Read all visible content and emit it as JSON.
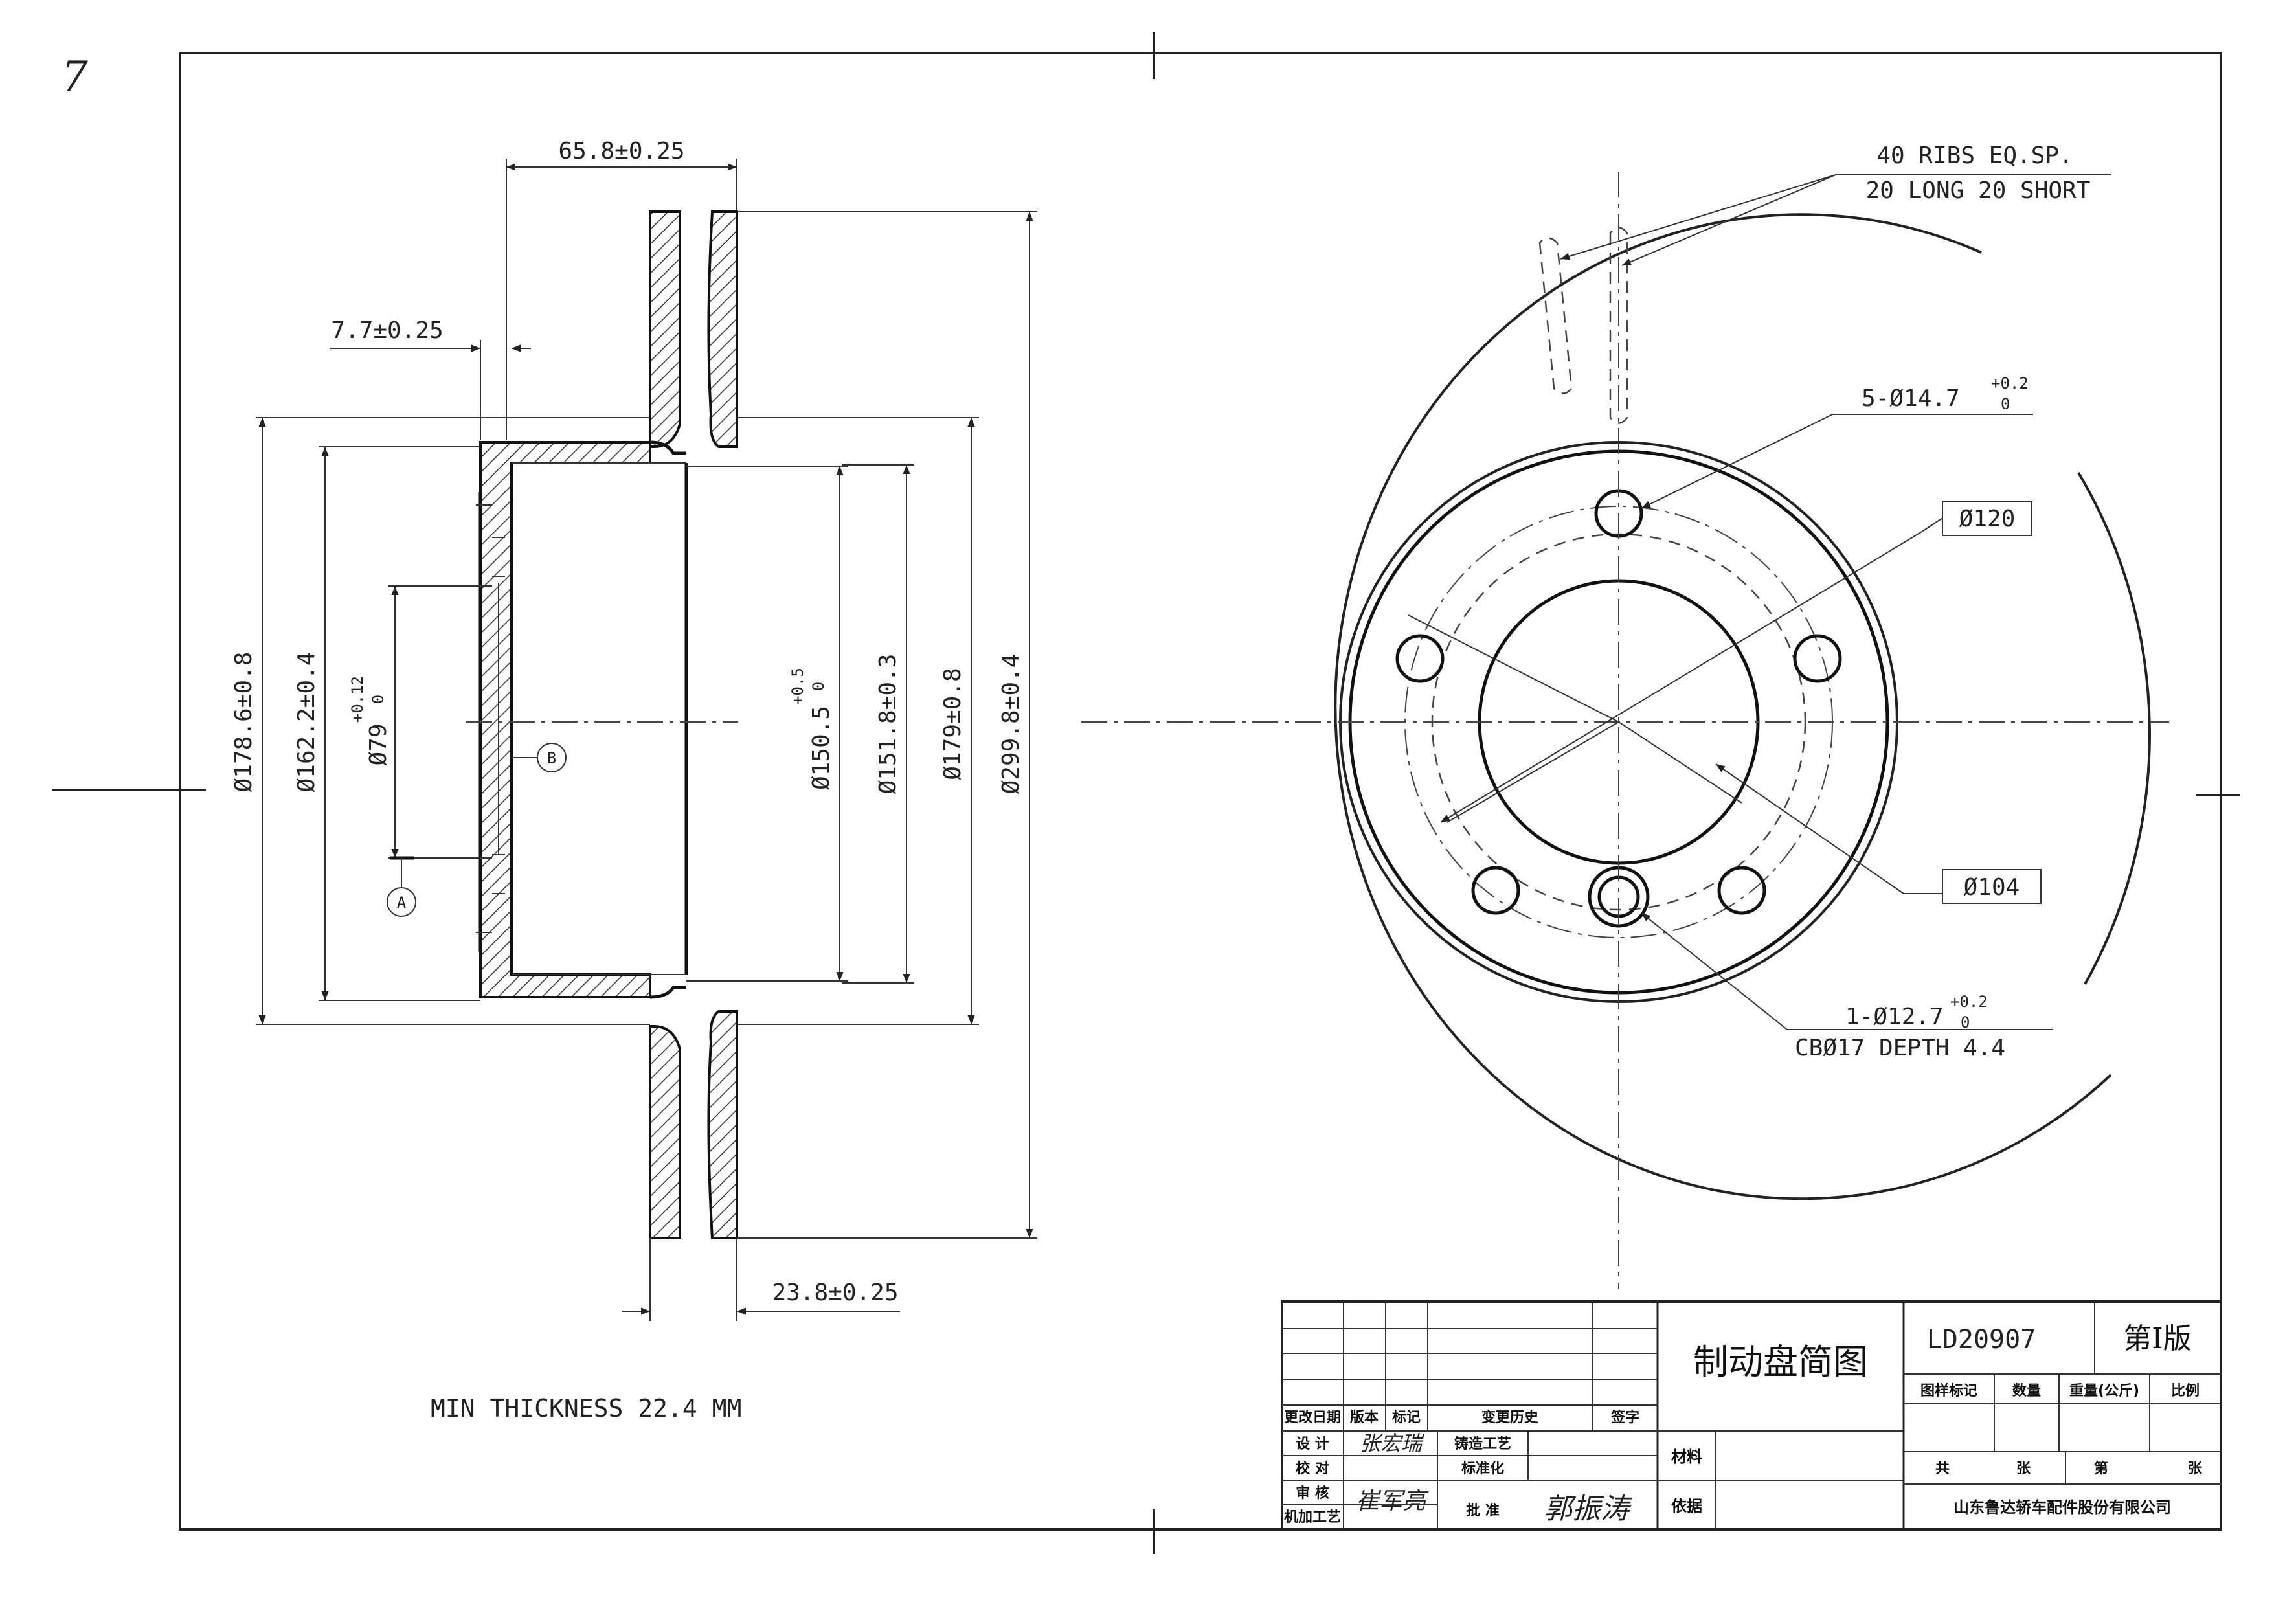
{
  "page_mark": "7",
  "dimensions": {
    "flange_offset": "65.8±0.25",
    "hat_thickness": "7.7±0.25",
    "overall_width": "23.8±0.25",
    "d_178": "Ø178.6±0.8",
    "d_162": "Ø162.2±0.4",
    "d_79": "Ø79",
    "d_79_tol_upper": "+0.12",
    "d_79_tol_lower": "0",
    "d_150": "Ø150.5",
    "d_150_tol_upper": "+0.5",
    "d_150_tol_lower": "0",
    "d_151": "Ø151.8±0.3",
    "d_179": "Ø179±0.8",
    "d_299": "Ø299.8±0.4"
  },
  "datums": {
    "a": "A",
    "b": "B"
  },
  "front_view": {
    "ribs_line1": "40 RIBS EQ.SP.",
    "ribs_line2": "20 LONG 20 SHORT",
    "bolt_holes": "5-Ø14.7",
    "bolt_holes_tol_upper": "+0.2",
    "bolt_holes_tol_lower": "0",
    "d_120": "Ø120",
    "d_104": "Ø104",
    "pin_hole": "1-Ø12.7",
    "pin_hole_tol_upper": "+0.2",
    "pin_hole_tol_lower": "0",
    "counterbore": "CBØ17 DEPTH 4.4"
  },
  "note": "MIN THICKNESS 22.4 MM",
  "title_block": {
    "part_name": "制动盘简图",
    "part_no": "LD20907",
    "edition": "第Ⅰ版",
    "headers": [
      "图样标记",
      "数量",
      "重量(公斤)",
      "比例"
    ],
    "sheet_total": "共",
    "sheet_unit1": "张",
    "sheet_num": "第",
    "sheet_unit2": "张",
    "company": "山东鲁达轿车配件股份有限公司",
    "revision_cols": [
      "更改日期",
      "版本",
      "标记",
      "变更历史",
      "签字"
    ],
    "row_design": "设 计",
    "row_check": "校 对",
    "row_review": "审 核",
    "row_process": "机加工艺",
    "casting_process": "铸造工艺",
    "standardization": "标准化",
    "approval": "批 准",
    "material": "材料",
    "basis": "依据",
    "sign_design": "张宏瑞",
    "sign_review": "崔军亮",
    "sign_approve": "郭振涛"
  }
}
